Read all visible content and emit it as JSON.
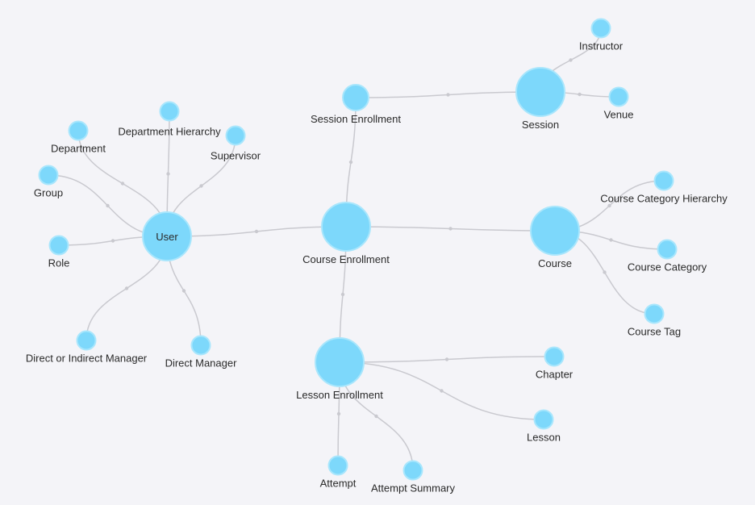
{
  "diagram": {
    "colors": {
      "node_fill": "#7dd8fb",
      "edge": "#c9c9cf",
      "background": "#f4f4f8",
      "label": "#2a2a2a"
    },
    "nodes": [
      {
        "id": "user",
        "label": "User",
        "label_position": "inside",
        "size": "large"
      },
      {
        "id": "department",
        "label": "Department",
        "label_position": "below",
        "size": "small"
      },
      {
        "id": "department-hierarchy",
        "label": "Department Hierarchy",
        "label_position": "below",
        "size": "small"
      },
      {
        "id": "supervisor",
        "label": "Supervisor",
        "label_position": "below",
        "size": "small"
      },
      {
        "id": "group",
        "label": "Group",
        "label_position": "below",
        "size": "small"
      },
      {
        "id": "role",
        "label": "Role",
        "label_position": "below",
        "size": "small"
      },
      {
        "id": "direct-or-indirect-manager",
        "label": "Direct or Indirect Manager",
        "label_position": "below",
        "size": "small"
      },
      {
        "id": "direct-manager",
        "label": "Direct Manager",
        "label_position": "below",
        "size": "small"
      },
      {
        "id": "course-enrollment",
        "label": "Course Enrollment",
        "label_position": "below",
        "size": "large"
      },
      {
        "id": "session-enrollment",
        "label": "Session Enrollment",
        "label_position": "below",
        "size": "medium"
      },
      {
        "id": "session",
        "label": "Session",
        "label_position": "below",
        "size": "large"
      },
      {
        "id": "instructor",
        "label": "Instructor",
        "label_position": "below",
        "size": "small"
      },
      {
        "id": "venue",
        "label": "Venue",
        "label_position": "below",
        "size": "small"
      },
      {
        "id": "course",
        "label": "Course",
        "label_position": "below",
        "size": "large"
      },
      {
        "id": "course-category-hierarchy",
        "label": "Course Category Hierarchy",
        "label_position": "below",
        "size": "small"
      },
      {
        "id": "course-category",
        "label": "Course Category",
        "label_position": "below",
        "size": "small"
      },
      {
        "id": "course-tag",
        "label": "Course Tag",
        "label_position": "below",
        "size": "small"
      },
      {
        "id": "lesson-enrollment",
        "label": "Lesson Enrollment",
        "label_position": "below",
        "size": "large"
      },
      {
        "id": "chapter",
        "label": "Chapter",
        "label_position": "below",
        "size": "small"
      },
      {
        "id": "lesson",
        "label": "Lesson",
        "label_position": "below",
        "size": "small"
      },
      {
        "id": "attempt",
        "label": "Attempt",
        "label_position": "below",
        "size": "small"
      },
      {
        "id": "attempt-summary",
        "label": "Attempt Summary",
        "label_position": "below",
        "size": "small"
      }
    ],
    "edges": [
      {
        "from": "user",
        "to": "department"
      },
      {
        "from": "user",
        "to": "department-hierarchy"
      },
      {
        "from": "user",
        "to": "supervisor"
      },
      {
        "from": "user",
        "to": "group"
      },
      {
        "from": "user",
        "to": "role"
      },
      {
        "from": "user",
        "to": "direct-or-indirect-manager"
      },
      {
        "from": "user",
        "to": "direct-manager"
      },
      {
        "from": "user",
        "to": "course-enrollment"
      },
      {
        "from": "course-enrollment",
        "to": "session-enrollment"
      },
      {
        "from": "session-enrollment",
        "to": "session"
      },
      {
        "from": "session",
        "to": "instructor"
      },
      {
        "from": "session",
        "to": "venue"
      },
      {
        "from": "course-enrollment",
        "to": "course"
      },
      {
        "from": "course",
        "to": "course-category-hierarchy"
      },
      {
        "from": "course",
        "to": "course-category"
      },
      {
        "from": "course",
        "to": "course-tag"
      },
      {
        "from": "course-enrollment",
        "to": "lesson-enrollment"
      },
      {
        "from": "lesson-enrollment",
        "to": "chapter"
      },
      {
        "from": "lesson-enrollment",
        "to": "lesson"
      },
      {
        "from": "lesson-enrollment",
        "to": "attempt"
      },
      {
        "from": "lesson-enrollment",
        "to": "attempt-summary"
      }
    ]
  }
}
